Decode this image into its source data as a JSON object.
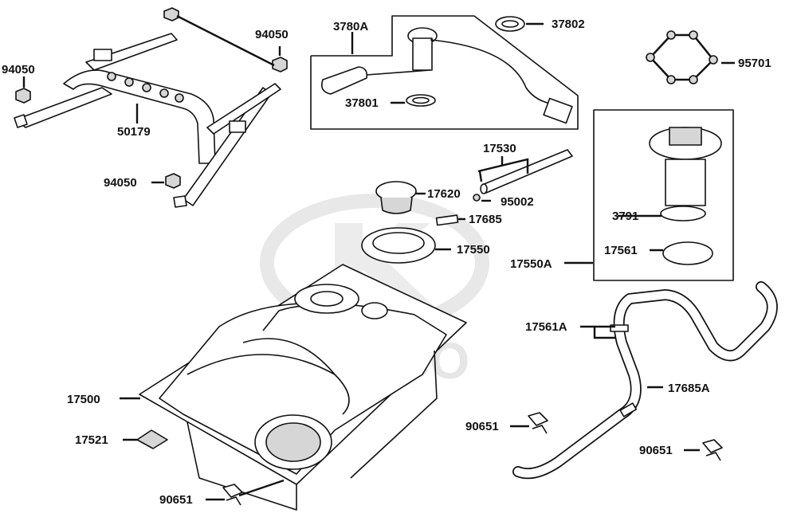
{
  "watermark": {
    "text": "KYMCO"
  },
  "colors": {
    "line": "#111111",
    "part_fill": "#ffffff",
    "shade": "#d6d6d6",
    "watermark": "#e6e6e6"
  },
  "labels": {
    "l94050_top": "94050",
    "l94050_left": "94050",
    "l94050_bottom": "94050",
    "l50179": "50179",
    "l3780A": "3780A",
    "l37801": "37801",
    "l37802": "37802",
    "l95701": "95701",
    "l17530": "17530",
    "l17620": "17620",
    "l95002": "95002",
    "l17685": "17685",
    "l17550": "17550",
    "l17550A": "17550A",
    "l3791": "3791",
    "l17561": "17561",
    "l17561A": "17561A",
    "l17685A": "17685A",
    "l17500": "17500",
    "l17521": "17521",
    "l90651_mid": "90651",
    "l90651_right": "90651",
    "l90651_bottom": "90651"
  }
}
